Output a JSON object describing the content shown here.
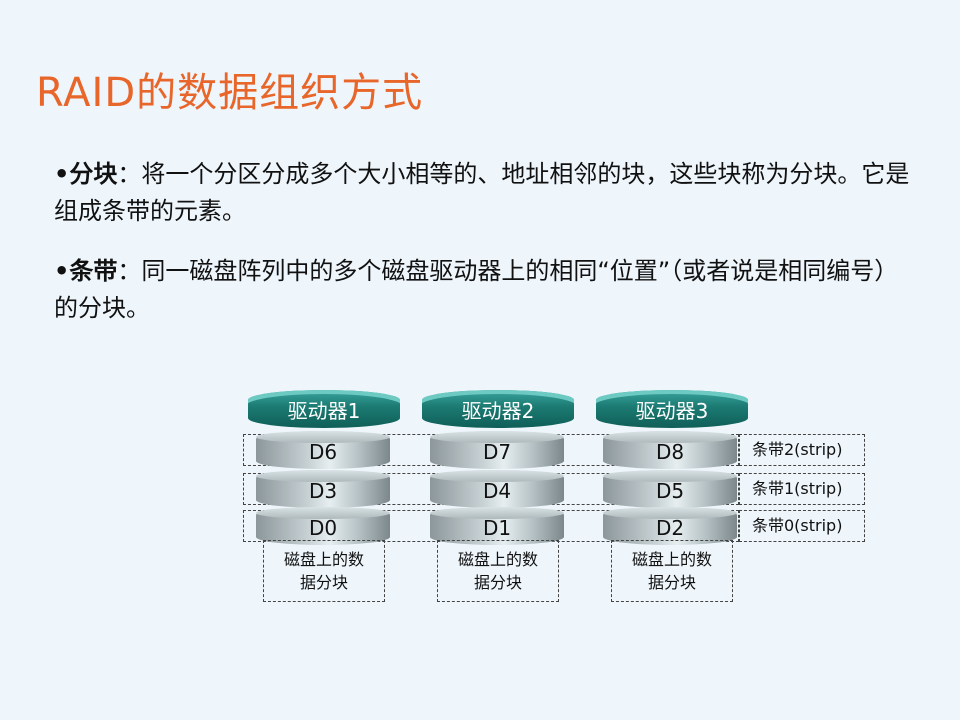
{
  "title": "RAID的数据组织方式",
  "bullets": [
    {
      "term": "•分块",
      "text": "：将一个分区分成多个大小相等的、地址相邻的块，这些块称为分块。它是组成条带的元素。"
    },
    {
      "term": "•条带",
      "text": "：同一磁盘阵列中的多个磁盘驱动器上的相同“位置”（或者说是相同编号）的分块。"
    }
  ],
  "drives": [
    {
      "label": "驱动器1",
      "blocks": [
        "D6",
        "D3",
        "D0"
      ],
      "caption": "磁盘上的数据分块"
    },
    {
      "label": "驱动器2",
      "blocks": [
        "D7",
        "D4",
        "D1"
      ],
      "caption": "磁盘上的数据分块"
    },
    {
      "label": "驱动器3",
      "blocks": [
        "D8",
        "D5",
        "D2"
      ],
      "caption": "磁盘上的数据分块"
    }
  ],
  "strips": [
    "条带2(strip)",
    "条带1(strip)",
    "条带0(strip)"
  ],
  "colors": {
    "title": "#e8662a",
    "drive_cap": "#1b7a72",
    "background": "#eef6fc"
  }
}
